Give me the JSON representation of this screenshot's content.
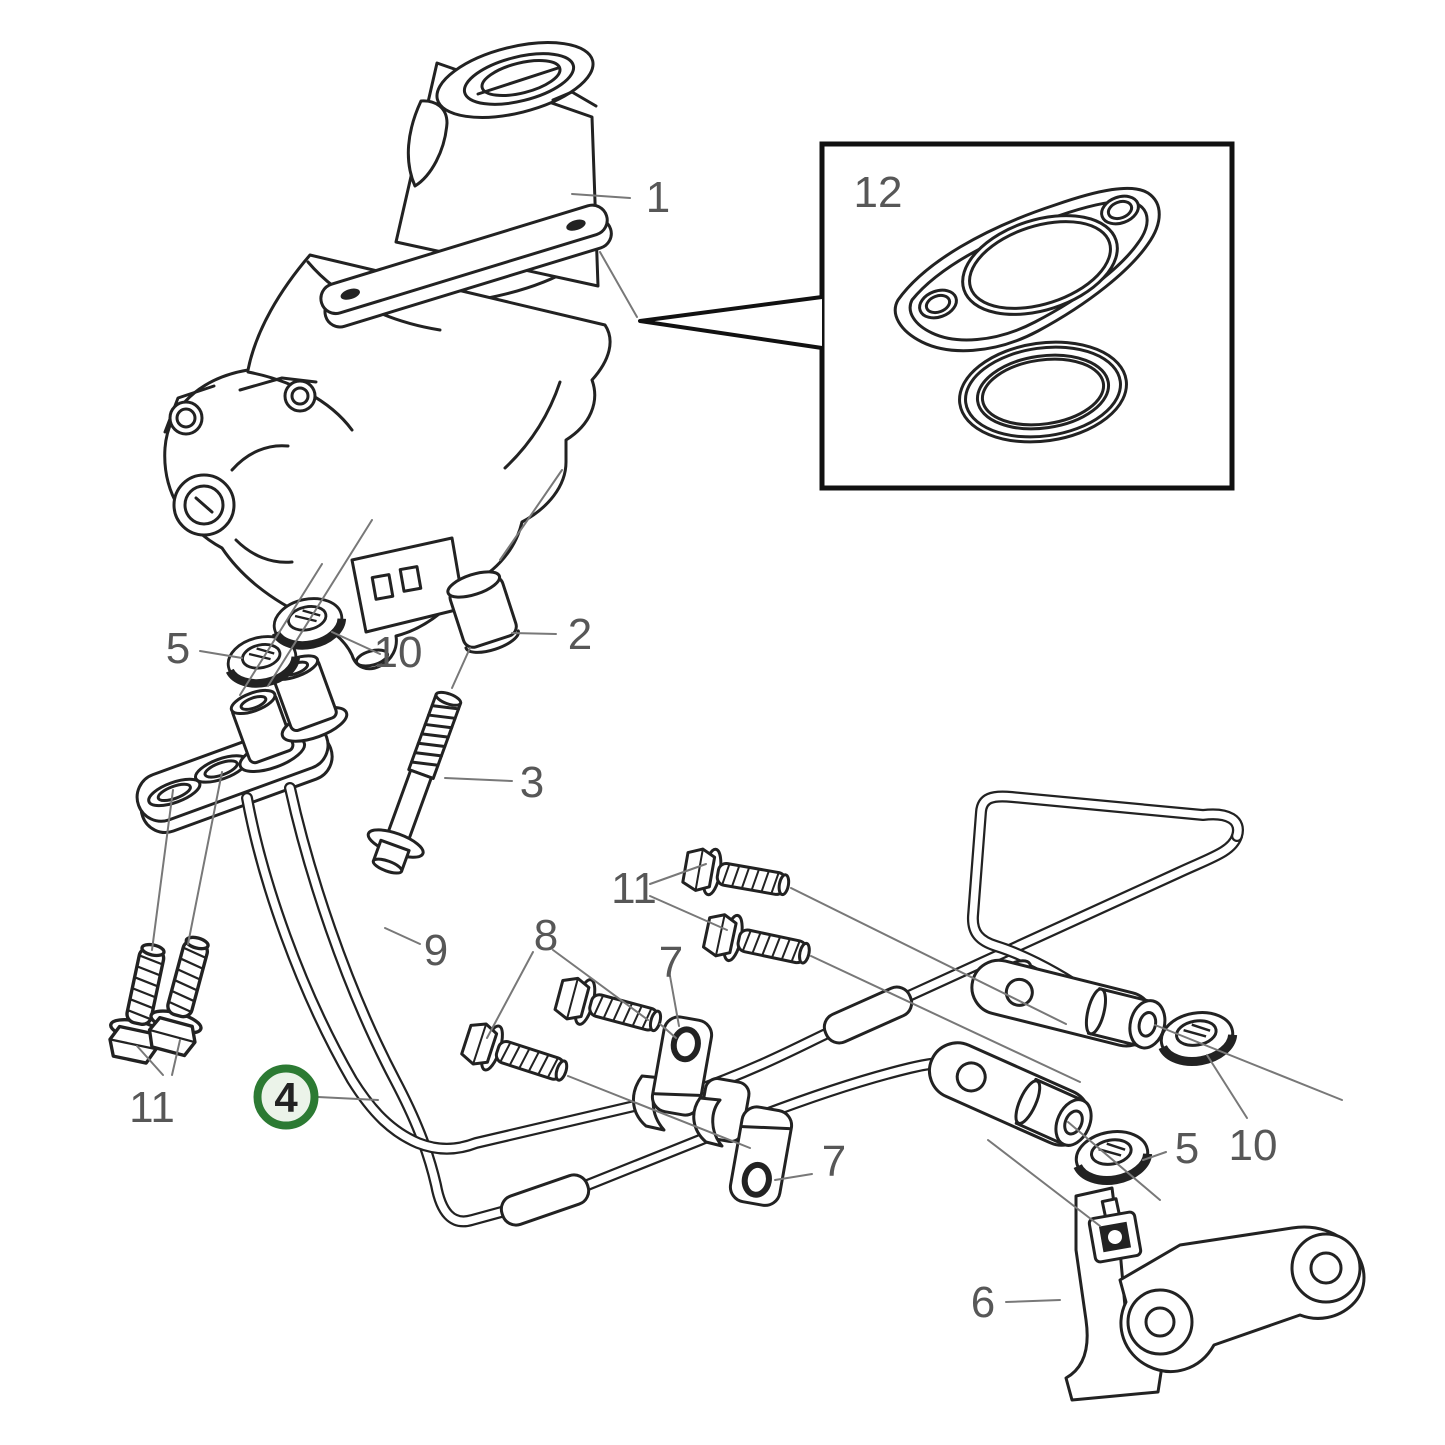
{
  "diagram": {
    "type": "exploded-parts-diagram",
    "background_color": "#ffffff",
    "line_color": "#222222",
    "leader_color": "#787878",
    "label_color": "#575757",
    "highlight": {
      "part": "4",
      "ring_color": "#2c7a33",
      "fill_color": "#ebf3e9",
      "text_color": "#222222"
    },
    "inset": {
      "label": "12",
      "contents": [
        "flange-gasket",
        "seal-ring"
      ]
    },
    "parts_visible": [
      "1",
      "2",
      "3",
      "4",
      "5",
      "6",
      "7",
      "8",
      "9",
      "10",
      "11",
      "12"
    ],
    "callouts": [
      {
        "label": "1"
      },
      {
        "label": "2"
      },
      {
        "label": "3"
      },
      {
        "label": "5"
      },
      {
        "label": "10"
      },
      {
        "label": "9"
      },
      {
        "label": "8"
      },
      {
        "label": "11"
      },
      {
        "label": "7"
      },
      {
        "label": "11"
      },
      {
        "label": "4"
      },
      {
        "label": "7"
      },
      {
        "label": "5"
      },
      {
        "label": "10"
      },
      {
        "label": "6"
      },
      {
        "label": "12"
      }
    ]
  }
}
